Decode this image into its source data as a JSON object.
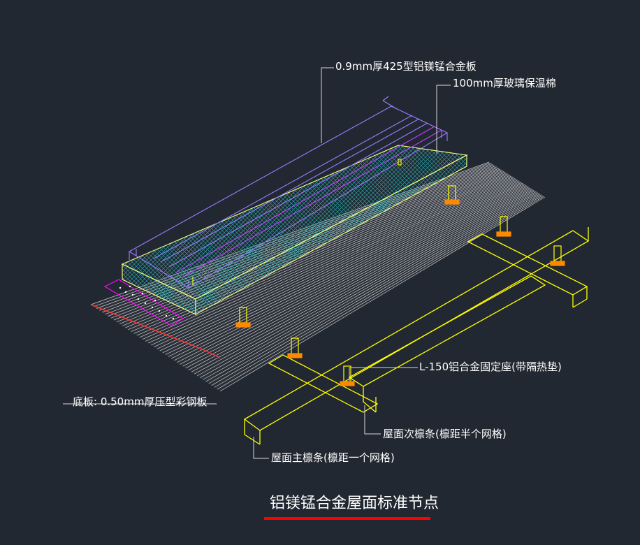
{
  "labels": {
    "top_panel": "0.9mm厚425型铝镁锰合金板",
    "insulation": "100mm厚玻璃保温棉",
    "bracket": "L-150铝合金固定座(带隔热垫)",
    "base_sheet": "底板: 0.50mm厚压型彩钢板",
    "secondary_purlin": "屋面次檩条(檩距半个网格)",
    "main_purlin": "屋面主檩条(檩距一个网格)"
  },
  "title": "铝镁锰合金屋面标准节点",
  "colors": {
    "background": "#222831",
    "text": "#ffffff",
    "leader": "#d8d8d8",
    "roof_panel": "#9b7cff",
    "panel_rib": "#c040ff",
    "insulation": "#ffff80",
    "insulation_hatch": "#33d0d0",
    "base_sheet": "#e8e8e8",
    "base_sheet_edge": "#ff3030",
    "purlin": "#ffff00",
    "bracket_pad": "#ff8800",
    "magenta": "#ff00ff",
    "title_underline": "#ff0000"
  }
}
